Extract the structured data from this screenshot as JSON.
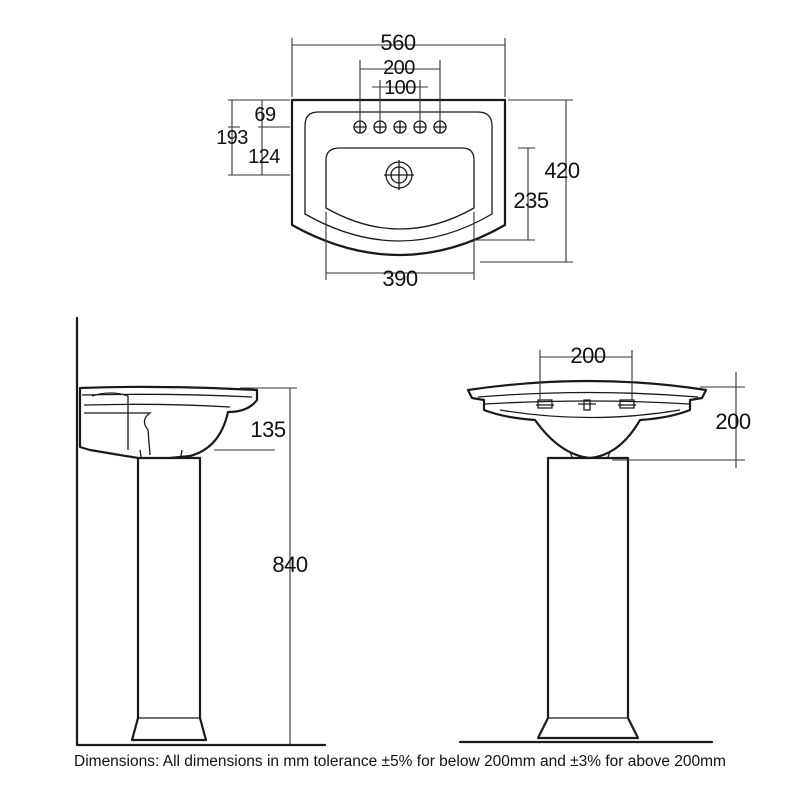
{
  "plan_view": {
    "dims": {
      "overall_width": "560",
      "tap_centres_wide": "200",
      "tap_centres_narrow": "100",
      "depth_total": "420",
      "bowl_depth": "235",
      "bowl_width": "390",
      "rim_to_tap_row": "193",
      "rim_to_tap_front": "69",
      "tap_to_bowl": "124"
    }
  },
  "side_view": {
    "dims": {
      "basin_height": "135",
      "floor_to_rim": "840"
    }
  },
  "front_view": {
    "dims": {
      "tap_centres": "200",
      "basin_depth": "200"
    }
  },
  "footer_note": "Dimensions: All dimensions in mm tolerance ±5% for below 200mm and ±3% for above 200mm"
}
